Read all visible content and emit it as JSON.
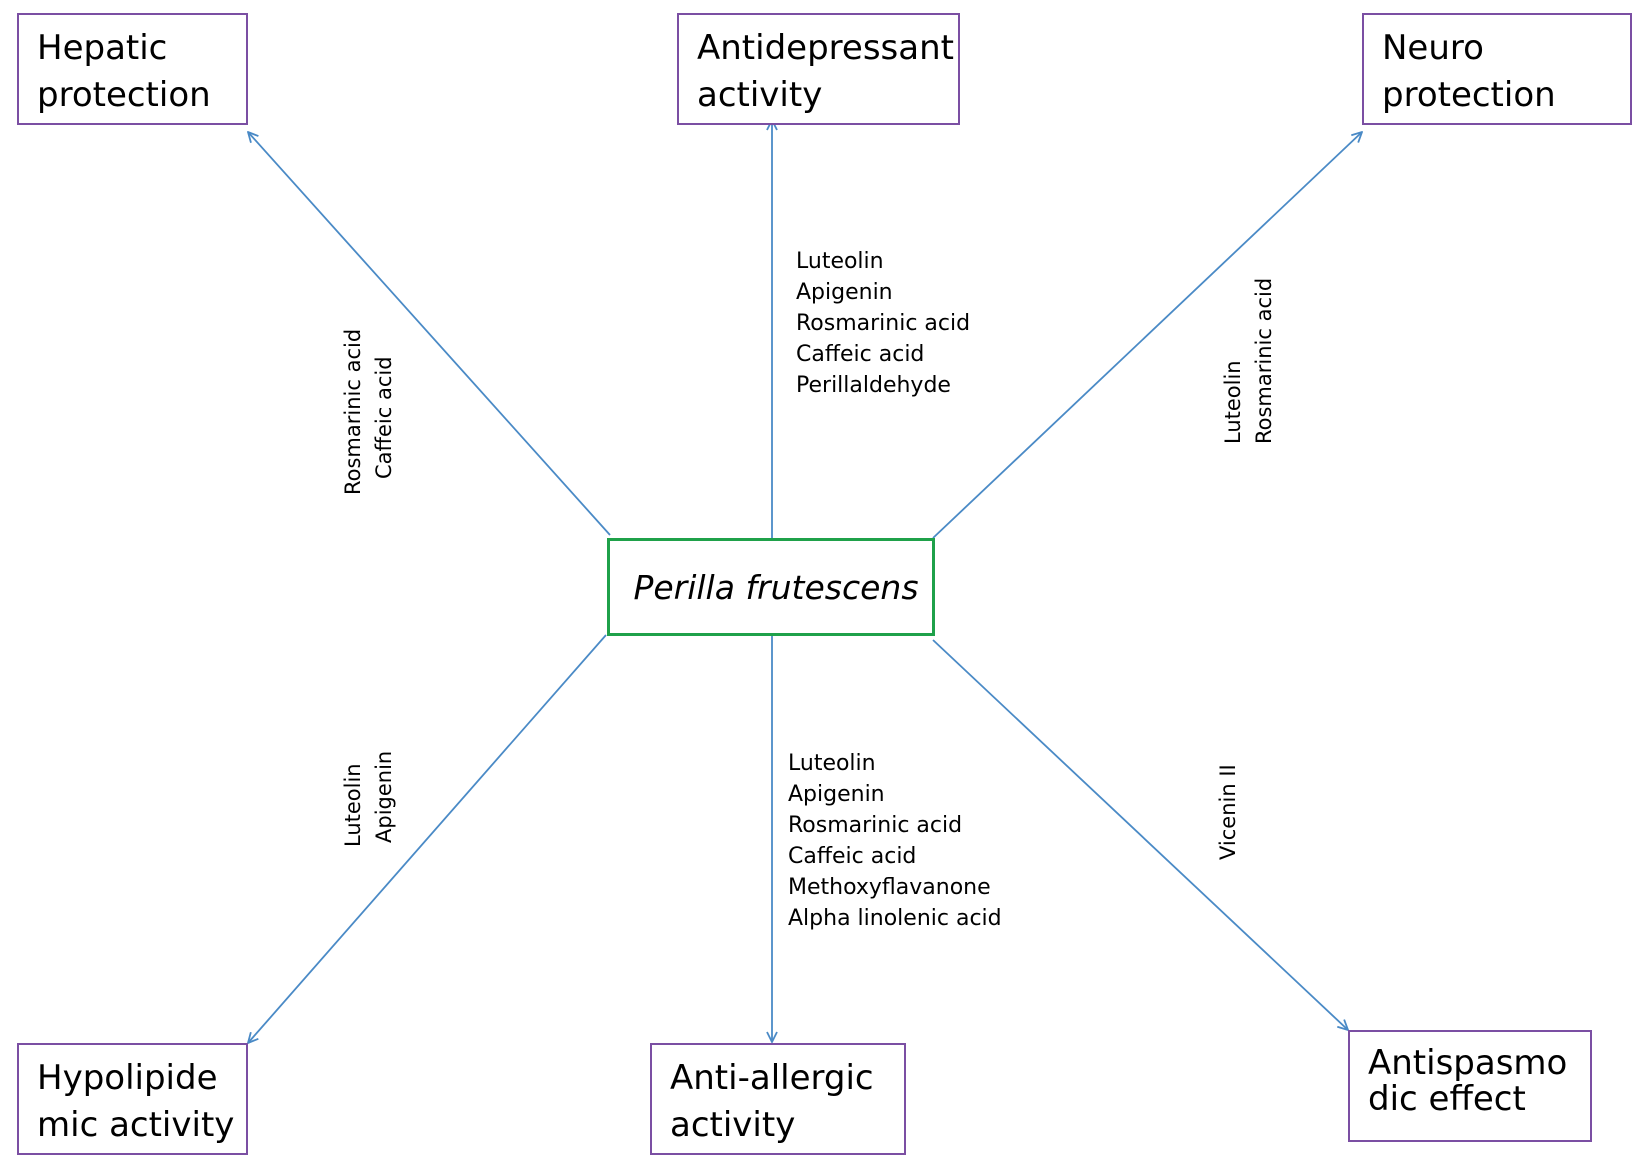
{
  "center": {
    "label": "Perilla frutescens"
  },
  "targets": {
    "hepatic": {
      "lines": [
        "Hepatic",
        "protection"
      ]
    },
    "antidepressant": {
      "lines": [
        "Antidepressant",
        "activity"
      ]
    },
    "neuro": {
      "lines": [
        "Neuro",
        "protection"
      ]
    },
    "hypolipidemic": {
      "lines": [
        "Hypolipide",
        "mic activity"
      ]
    },
    "antiallergic": {
      "lines": [
        "Anti-allergic",
        "activity"
      ]
    },
    "antispasmodic": {
      "lines": [
        "Antispasmo",
        "dic effect"
      ]
    }
  },
  "compounds": {
    "hepatic": [
      "Rosmarinic acid",
      "Caffeic acid"
    ],
    "antidepressant": [
      "Luteolin",
      "Apigenin",
      "Rosmarinic acid",
      "Caffeic acid",
      "Perillaldehyde"
    ],
    "neuro": [
      "Luteolin",
      "Rosmarinic acid"
    ],
    "hypolipidemic": [
      "Luteolin",
      "Apigenin"
    ],
    "antiallergic": [
      "Luteolin",
      "Apigenin",
      "Rosmarinic acid",
      "Caffeic acid",
      "Methoxyflavanone",
      "Alpha linolenic acid"
    ],
    "antispasmodic": [
      "Vicenin II"
    ]
  },
  "colors": {
    "arrow": "#4a8ac6",
    "target_border": "#7b4fa3",
    "center_border": "#1fa14a"
  }
}
